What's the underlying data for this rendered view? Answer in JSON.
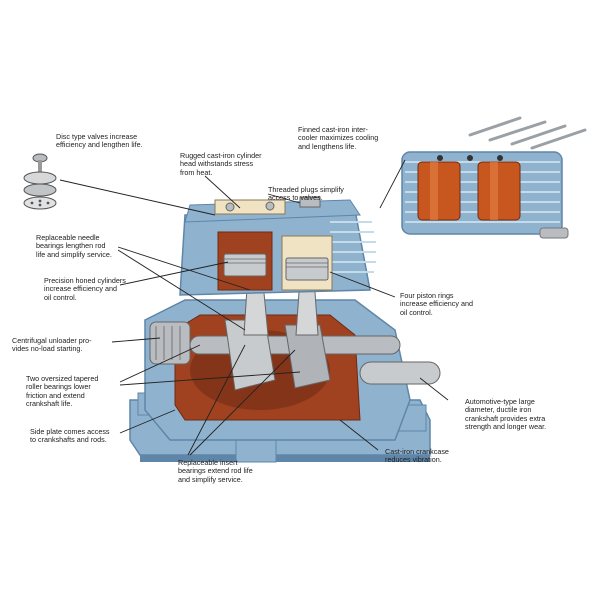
{
  "diagram": {
    "callouts": {
      "disc_valves": "Disc type valves increase\nefficiency and lengthen life.",
      "cast_iron_head": "Rugged cast-iron cylinder\nhead withstands stress\nfrom heat.",
      "threaded_plugs": "Threaded plugs simplify\naccess to valves.",
      "finned_intercooler": "Finned cast-iron inter-\ncooler maximizes cooling\nand lengthens life.",
      "needle_bearings": "Replaceable needle\nbearings lengthen rod\nlife and simplify service.",
      "honed_cylinders": "Precision honed cylinders\nincrease efficiency and\noil control.",
      "piston_rings": "Four piston rings\nincrease efficiency and\noil control.",
      "centrifugal_unloader": "Centrifugal unloader pro-\nvides no-load starting.",
      "roller_bearings": "Two oversized tapered\nroller bearings lower\nfriction and extend\ncrankshaft life.",
      "crankshaft": "Automotive-type large\ndiameter, ductile iron\ncrankshaft provides extra\nstrength and longer wear.",
      "side_plate": "Side plate comes access\nto crankshafts and rods.",
      "cast_iron_crankcase": "Cast-iron crankcase\nreduces vibration.",
      "insert_bearings": "Replaceable insert\nbearings extend rod life\nand simplify service."
    },
    "colors": {
      "body_blue": "#8fb3cf",
      "body_blue_dark": "#5f86a8",
      "body_blue_light": "#c4dbea",
      "rust": "#a0421f",
      "rust_dark": "#6e2a12",
      "copper": "#c8571f",
      "steel": "#b9bcc0",
      "cream": "#efe3c4",
      "leader": "#222222"
    }
  }
}
